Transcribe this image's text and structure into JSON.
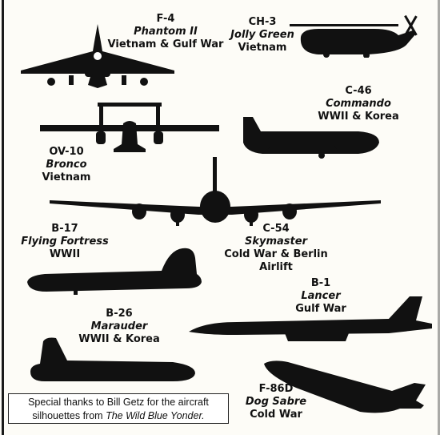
{
  "aircraft": [
    {
      "key": "f4",
      "code": "F-4",
      "name": "Phantom II",
      "era": "Vietnam & Gulf War",
      "icon": "f4-phantom-silhouette-icon"
    },
    {
      "key": "ch3",
      "code": "CH-3",
      "name": "Jolly Green",
      "era": "Vietnam",
      "icon": "ch3-helicopter-silhouette-icon"
    },
    {
      "key": "c46",
      "code": "C-46",
      "name": "Commando",
      "era": "WWII & Korea",
      "icon": "c46-commando-silhouette-icon"
    },
    {
      "key": "ov10",
      "code": "OV-10",
      "name": "Bronco",
      "era": "Vietnam",
      "icon": "ov10-bronco-silhouette-icon"
    },
    {
      "key": "b17",
      "code": "B-17",
      "name": "Flying Fortress",
      "era": "WWII",
      "icon": "b17-fortress-silhouette-icon"
    },
    {
      "key": "c54",
      "code": "C-54",
      "name": "Skymaster",
      "era": "Cold War & Berlin Airlift",
      "icon": "c54-skymaster-silhouette-icon"
    },
    {
      "key": "b1",
      "code": "B-1",
      "name": "Lancer",
      "era": "Gulf War",
      "icon": "b1-lancer-silhouette-icon"
    },
    {
      "key": "b26",
      "code": "B-26",
      "name": "Marauder",
      "era": "WWII & Korea",
      "icon": "b26-marauder-silhouette-icon"
    },
    {
      "key": "f86",
      "code": "F-86D",
      "name": "Dog Sabre",
      "era": "Cold War",
      "icon": "f86d-sabre-silhouette-icon"
    }
  ],
  "credit": {
    "line1": "Special thanks to Bill Getz for the aircraft",
    "line2_prefix": "silhouettes from ",
    "book": "The Wild Blue Yonder."
  },
  "colors": {
    "ink": "#111111",
    "paper": "#fdfcf7"
  }
}
